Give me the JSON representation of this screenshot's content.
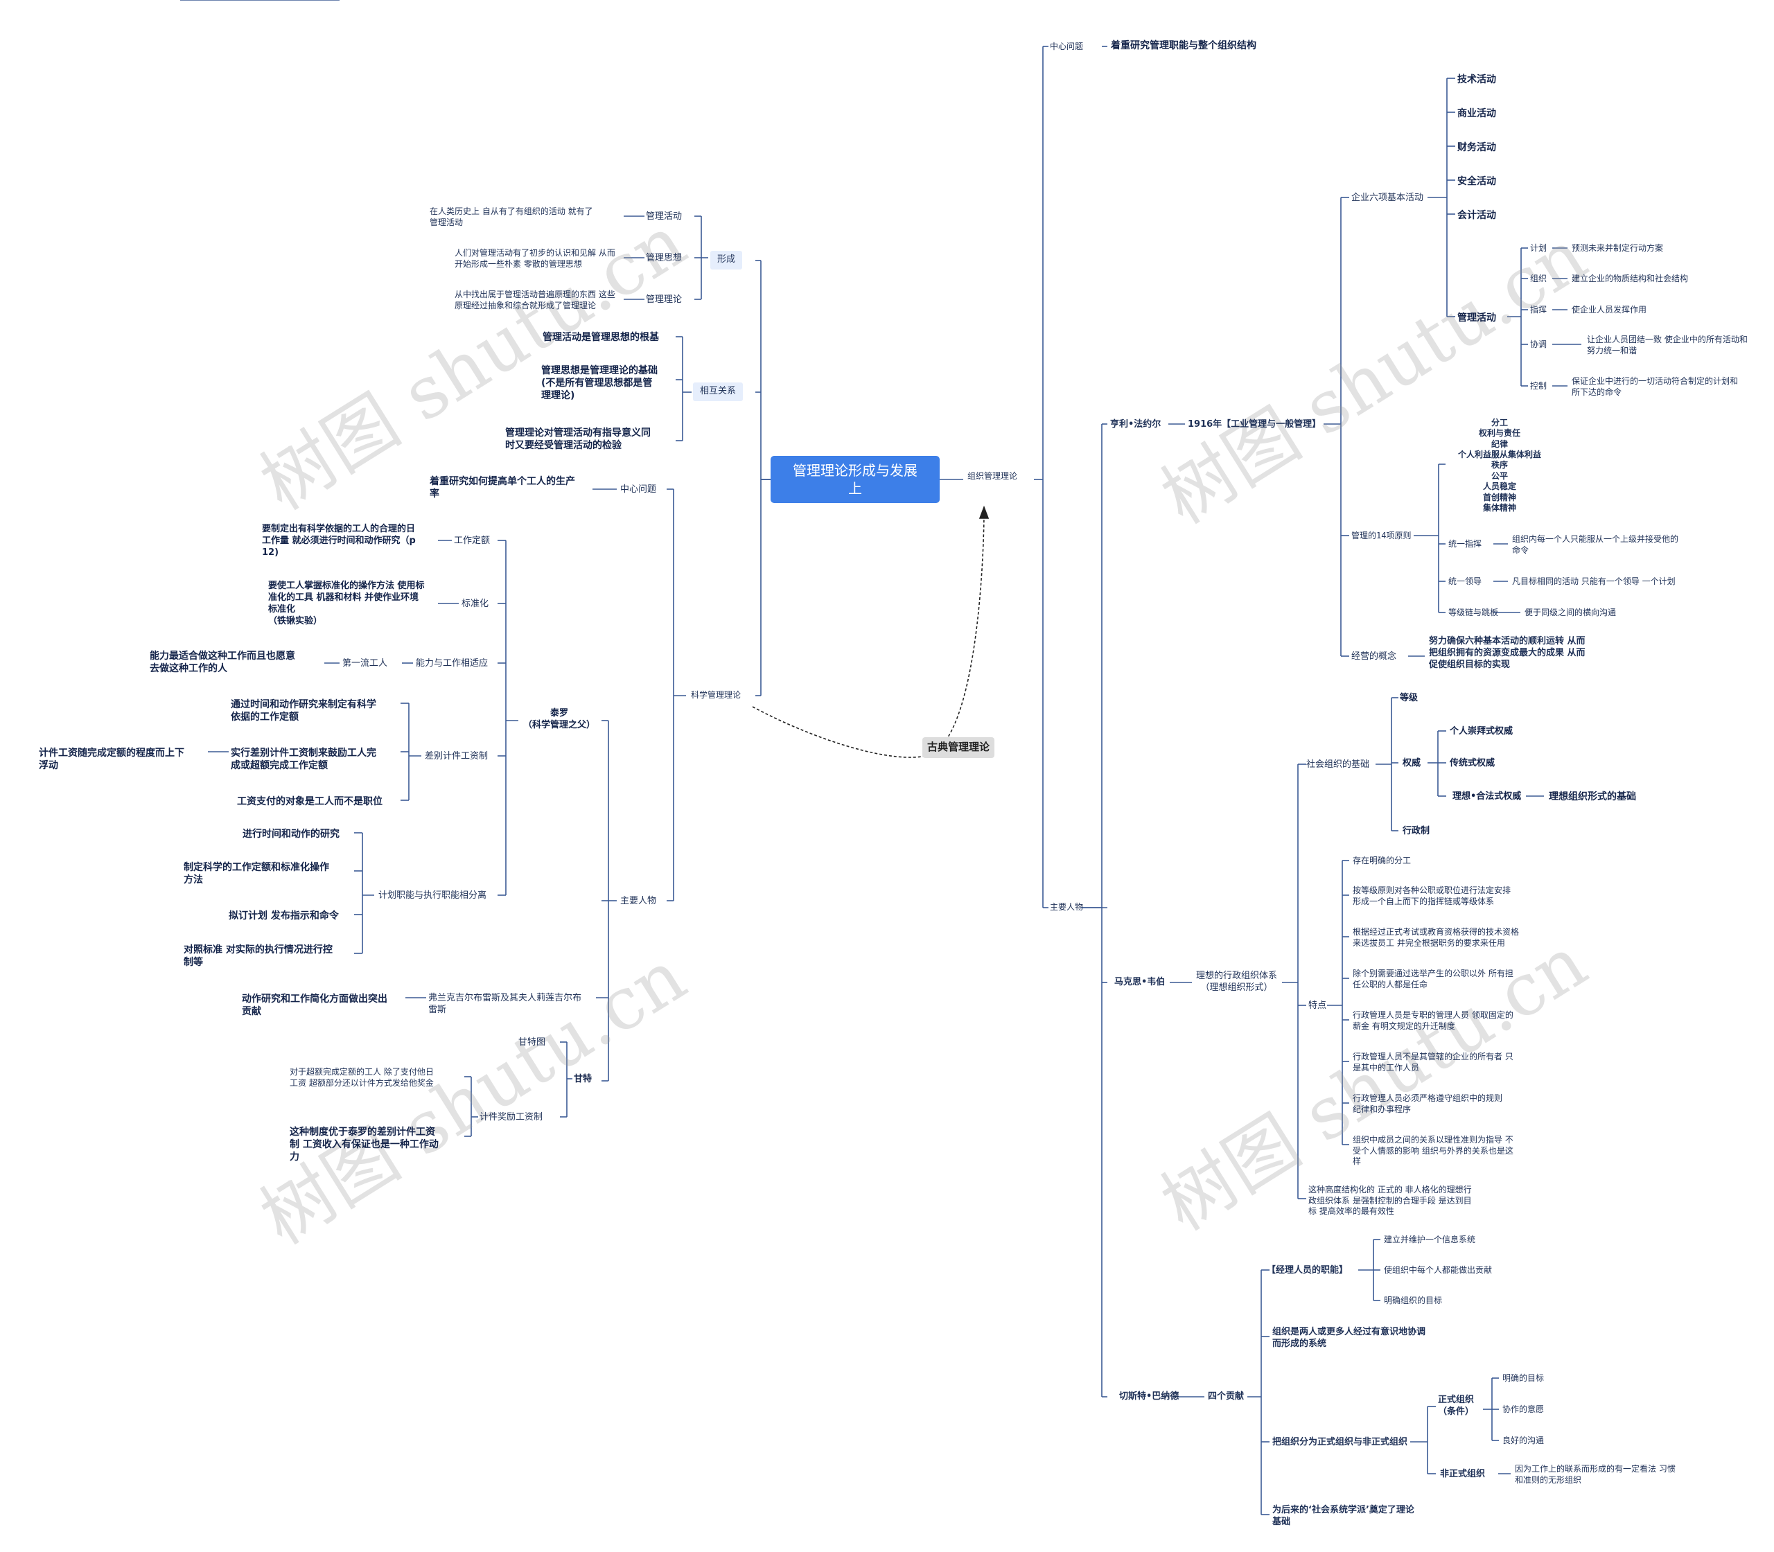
{
  "root": "管理理论形成与发展\n上",
  "callout": "古典管理理论",
  "watermark": "树图 shutu.cn",
  "left": {
    "formation": {
      "label": "形成",
      "activity": "管理活动",
      "activity_desc": "在人类历史上 自从有了有组织的活动 就有了\n管理活动",
      "thought": "管理思想",
      "thought_desc": "人们对管理活动有了初步的认识和见解 从而\n开始形成一些朴素 零散的管理思想",
      "theory": "管理理论",
      "theory_desc": "从中找出属于管理活动普遍原理的东西 这些\n原理经过抽象和综合就形成了管理理论"
    },
    "relation": {
      "label": "相互关系",
      "r1": "管理活动是管理思想的根基",
      "r2": "管理思想是管理理论的基础\n(不是所有管理思想都是管\n理理论)",
      "r3": "管理理论对管理活动有指导意义同\n时又要经受管理活动的检验"
    },
    "scientific": {
      "label": "科学管理理论",
      "center_q": "中心问题",
      "center_q_desc": "着重研究如何提高单个工人的生产\n率",
      "people": "主要人物",
      "taylor": "泰罗\n（科学管理之父）",
      "work_quota": "工作定额",
      "work_quota_desc": "要制定出有科学依据的工人的合理的日\n工作量 就必须进行时间和动作研究（p\n12)",
      "standard": "标准化",
      "standard_desc": "要使工人掌握标准化的操作方法 使用标\n准化的工具 机器和材料 并使作业环境\n标准化\n（铁锹实验）",
      "fit": "能力与工作相适应",
      "first_class": "第一流工人",
      "first_class_desc": "能力最适合做这种工作而且也愿意\n去做这种工作的人",
      "piece": "差别计件工资制",
      "piece1": "通过时间和动作研究来制定有科学\n依据的工作定额",
      "piece2": "实行差别计件工资制来鼓励工人完\n成或超额完成工作定额",
      "piece2_desc": "计件工资随完成定额的程度而上下\n浮动",
      "piece3": "工资支付的对象是工人而不是职位",
      "separate": "计划职能与执行职能相分离",
      "sep1": "进行时间和动作的研究",
      "sep2": "制定科学的工作定额和标准化操作\n方法",
      "sep3": "拟订计划 发布指示和命令",
      "sep4": "对照标准 对实际的执行情况进行控\n制等",
      "gilbreth": "弗兰克吉尔布雷斯及其夫人莉莲吉尔布\n雷斯",
      "gilbreth_desc": "动作研究和工作简化方面做出突出\n贡献",
      "gantt": "甘特",
      "gantt_chart": "甘特图",
      "bonus": "计件奖励工资制",
      "bonus1": "对于超额完成定额的工人 除了支付他日\n工资 超额部分还以计件方式发给他奖金",
      "bonus2": "这种制度优于泰罗的差别计件工资\n制 工资收入有保证也是一种工作动\n力"
    }
  },
  "right": {
    "label": "组织管理理论",
    "center_q": "中心问题",
    "center_q_desc": "着重研究管理职能与整个组织结构",
    "people": "主要人物",
    "fayol": {
      "name": "亨利•法约尔",
      "book": "1916年【工业管理与一般管理】",
      "six": "企业六项基本活动",
      "tech": "技术活动",
      "biz": "商业活动",
      "fin": "财务活动",
      "safe": "安全活动",
      "acct": "会计活动",
      "mgmt": "管理活动",
      "plan": "计划",
      "plan_desc": "预测未来并制定行动方案",
      "org": "组织",
      "org_desc": "建立企业的物质结构和社会结构",
      "cmd": "指挥",
      "cmd_desc": "使企业人员发挥作用",
      "coord": "协调",
      "coord_desc": "让企业人员团结一致 使企业中的所有活动和\n努力统一和谐",
      "ctrl": "控制",
      "ctrl_desc": "保证企业中进行的一切活动符合制定的计划和\n所下达的命令",
      "p14": "管理的14项原则",
      "p14_list": "分工\n权利与责任\n纪律\n个人利益服从集体利益\n秩序\n公平\n人员稳定\n首创精神\n集体精神",
      "unity_cmd": "统一指挥",
      "unity_cmd_desc": "组织内每一个人只能服从一个上级并接受他的\n命令",
      "unity_dir": "统一领导",
      "unity_dir_desc": "凡目标相同的活动 只能有一个领导 一个计划",
      "chain": "等级链与跳板",
      "chain_desc": "便于同级之间的横向沟通",
      "op": "经营的概念",
      "op_desc": "努力确保六种基本活动的顺利运转 从而\n把组织拥有的资源变成最大的成果 从而\n促使组织目标的实现"
    },
    "weber": {
      "name": "马克思•韦伯",
      "system": "理想的行政组织体系\n（理想组织形式）",
      "basis": "社会组织的基础",
      "rank": "等级",
      "authority": "权威",
      "a1": "个人崇拜式权威",
      "a2": "传统式权威",
      "a3": "理想•合法式权威",
      "a3_desc": "理想组织形式的基础",
      "admin": "行政制",
      "features": "特点",
      "f1": "存在明确的分工",
      "f2": "按等级原则对各种公职或职位进行法定安排\n形成一个自上而下的指挥链或等级体系",
      "f3": "根据经过正式考试或教育资格获得的技术资格\n来选拔员工 并完全根据职务的要求来任用",
      "f4": "除个别需要通过选举产生的公职以外 所有担\n任公职的人都是任命",
      "f5": "行政管理人员是专职的管理人员 领取固定的\n薪金 有明文规定的升迁制度",
      "f6": "行政管理人员不是其管辖的企业的所有者 只\n是其中的工作人员",
      "f7": "行政管理人员必须严格遵守组织中的规则\n纪律和办事程序",
      "f8": "组织中成员之间的关系以理性准则为指导 不\n受个人情感的影响 组织与外界的关系也是这\n样",
      "summary": "这种高度结构化的 正式的 非人格化的理想行\n政组织体系 是强制控制的合理手段 是达到目\n标 提高效率的最有效性"
    },
    "barnard": {
      "name": "切斯特•巴纳德",
      "four": "四个贡献",
      "duty": "【经理人员的职能】",
      "d1": "建立并维护一个信息系统",
      "d2": "使组织中每个人都能做出贡献",
      "d3": "明确组织的目标",
      "c2": "组织是两人或更多人经过有意识地协调\n而形成的系统",
      "c3": "把组织分为正式组织与非正式组织",
      "formal": "正式组织\n（条件）",
      "fm1": "明确的目标",
      "fm2": "协作的意愿",
      "fm3": "良好的沟通",
      "informal": "非正式组织",
      "informal_desc": "因为工作上的联系而形成的有一定看法 习惯\n和准则的无形组织",
      "c4": "为后来的‘社会系统学派’奠定了理论\n基础"
    }
  }
}
